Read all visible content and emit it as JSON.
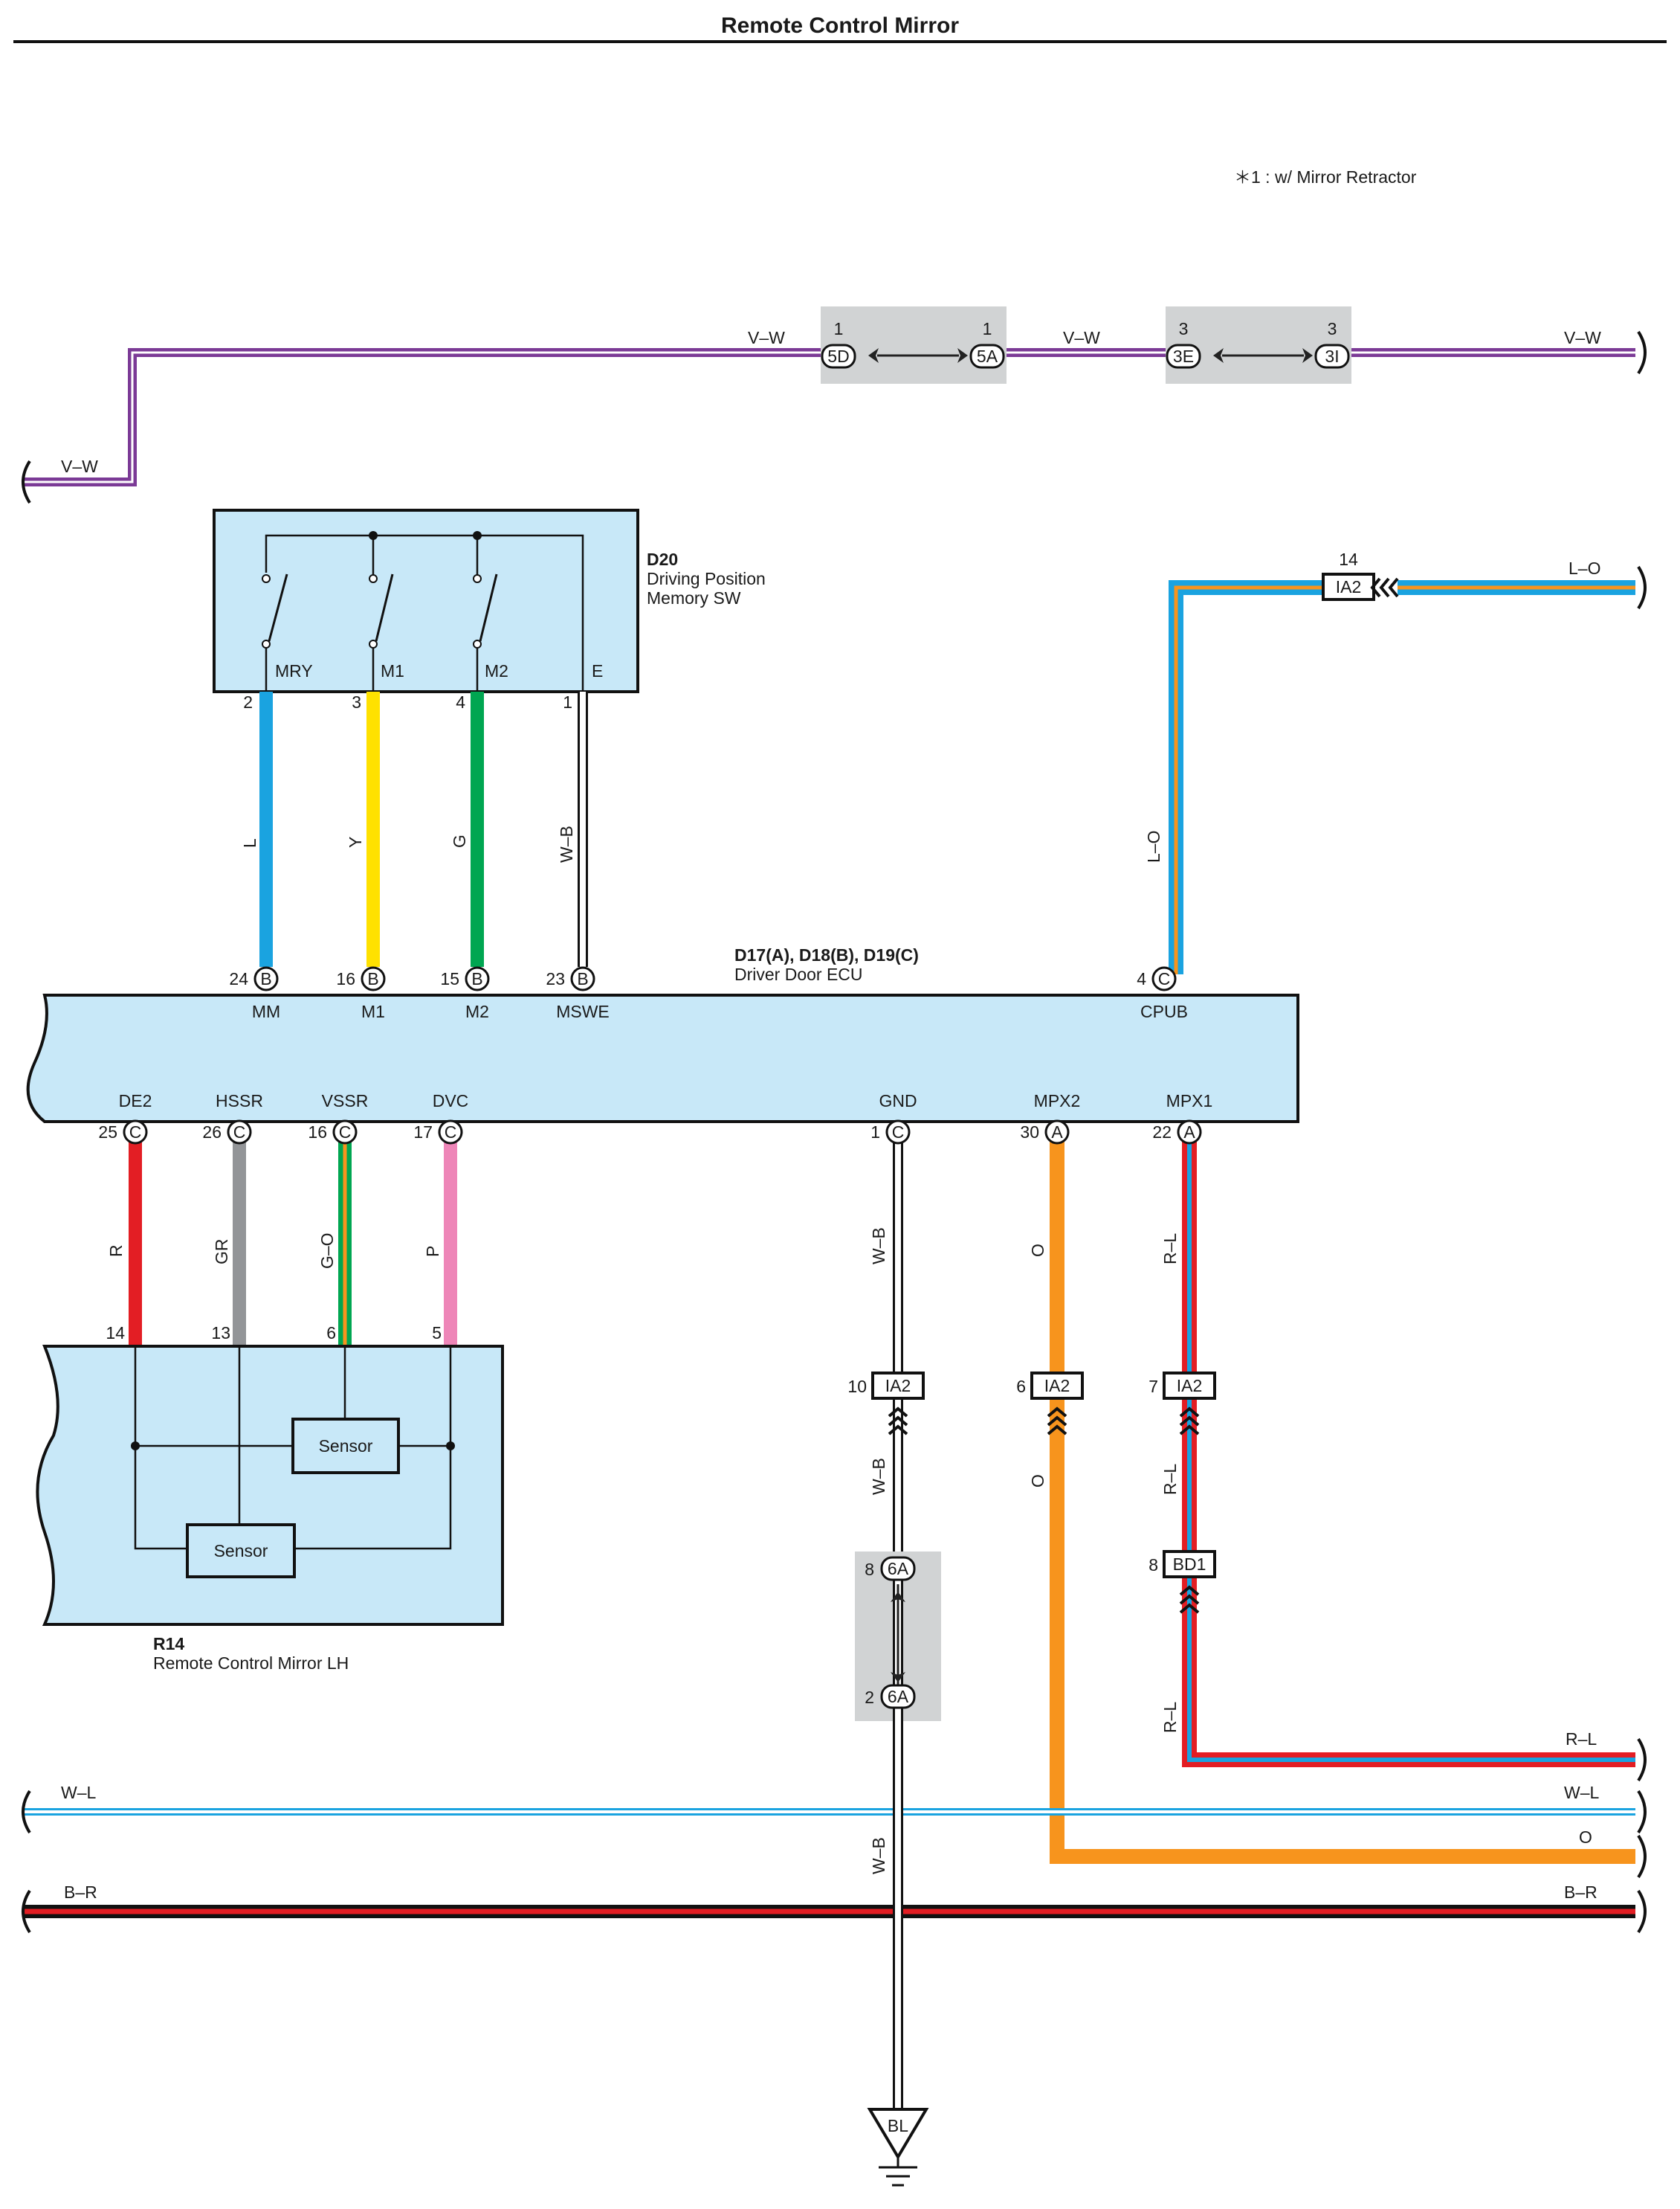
{
  "title": "Remote Control Mirror",
  "note": "＊1 : w/ Mirror Retractor",
  "colors": {
    "violet": "#7b3a96",
    "blue": "#1aa3e0",
    "yellow": "#ffe100",
    "green": "#00a651",
    "orange": "#f7941d",
    "red": "#e31e24",
    "gray": "#939598",
    "pink": "#ee86b8",
    "component_fill": "#c8e8f8",
    "junction_fill": "#d1d3d4"
  },
  "wires_top": {
    "vw_left": "V–W",
    "vw_mid1": "V–W",
    "vw_mid2": "V–W",
    "vw_right": "V–W",
    "junction1": {
      "left_pin": "1",
      "left_code": "5D",
      "right_pin": "1",
      "right_code": "5A"
    },
    "junction2": {
      "left_pin": "3",
      "left_code": "3E",
      "right_pin": "3",
      "right_code": "3I"
    }
  },
  "d20": {
    "code": "D20",
    "name_line1": "Driving Position",
    "name_line2": "Memory SW",
    "terminals": [
      {
        "name": "MRY",
        "pin": "2",
        "wire": "L"
      },
      {
        "name": "M1",
        "pin": "3",
        "wire": "Y"
      },
      {
        "name": "M2",
        "pin": "4",
        "wire": "G"
      },
      {
        "name": "E",
        "pin": "1",
        "wire": "W–B"
      }
    ]
  },
  "lo_feed": {
    "pin": "14",
    "connector": "IA2",
    "wire_top": "L–O",
    "wire_vert": "L–O"
  },
  "ecu": {
    "code": "D17(A), D18(B), D19(C)",
    "name": "Driver Door ECU",
    "top_terminals": [
      {
        "pin": "24",
        "conn": "B",
        "name": "MM"
      },
      {
        "pin": "16",
        "conn": "B",
        "name": "M1"
      },
      {
        "pin": "15",
        "conn": "B",
        "name": "M2"
      },
      {
        "pin": "23",
        "conn": "B",
        "name": "MSWE"
      },
      {
        "pin": "4",
        "conn": "C",
        "name": "CPUB"
      }
    ],
    "bottom_terminals": [
      {
        "pin": "25",
        "conn": "C",
        "name": "DE2",
        "wire": "R"
      },
      {
        "pin": "26",
        "conn": "C",
        "name": "HSSR",
        "wire": "GR"
      },
      {
        "pin": "16",
        "conn": "C",
        "name": "VSSR",
        "wire": "G–O"
      },
      {
        "pin": "17",
        "conn": "C",
        "name": "DVC",
        "wire": "P"
      },
      {
        "pin": "1",
        "conn": "C",
        "name": "GND",
        "wire": "W–B"
      },
      {
        "pin": "30",
        "conn": "A",
        "name": "MPX2",
        "wire": "O"
      },
      {
        "pin": "22",
        "conn": "A",
        "name": "MPX1",
        "wire": "R–L"
      }
    ]
  },
  "r14": {
    "code": "R14",
    "name": "Remote Control Mirror LH",
    "pins": [
      "14",
      "13",
      "6",
      "5"
    ],
    "sensor1": "Sensor",
    "sensor2": "Sensor"
  },
  "lower": {
    "gnd_conn": {
      "pin": "10",
      "code": "IA2",
      "wire": "W–B"
    },
    "mpx2_conn": {
      "pin": "6",
      "code": "IA2",
      "wire": "O"
    },
    "mpx1_conn": {
      "pin": "7",
      "code": "IA2",
      "wire": "R–L"
    },
    "bd1": {
      "pin": "8",
      "code": "BD1",
      "wire": "R–L"
    },
    "j6a_top": {
      "pin": "8",
      "code": "6A"
    },
    "j6a_bot": {
      "pin": "2",
      "code": "6A"
    },
    "gnd_wire_lower": "W–B",
    "ground": "BL"
  },
  "bus": {
    "rl_right": "R–L",
    "wl_left": "W–L",
    "wl_right": "W–L",
    "o_right": "O",
    "br_left": "B–R",
    "br_right": "B–R"
  }
}
